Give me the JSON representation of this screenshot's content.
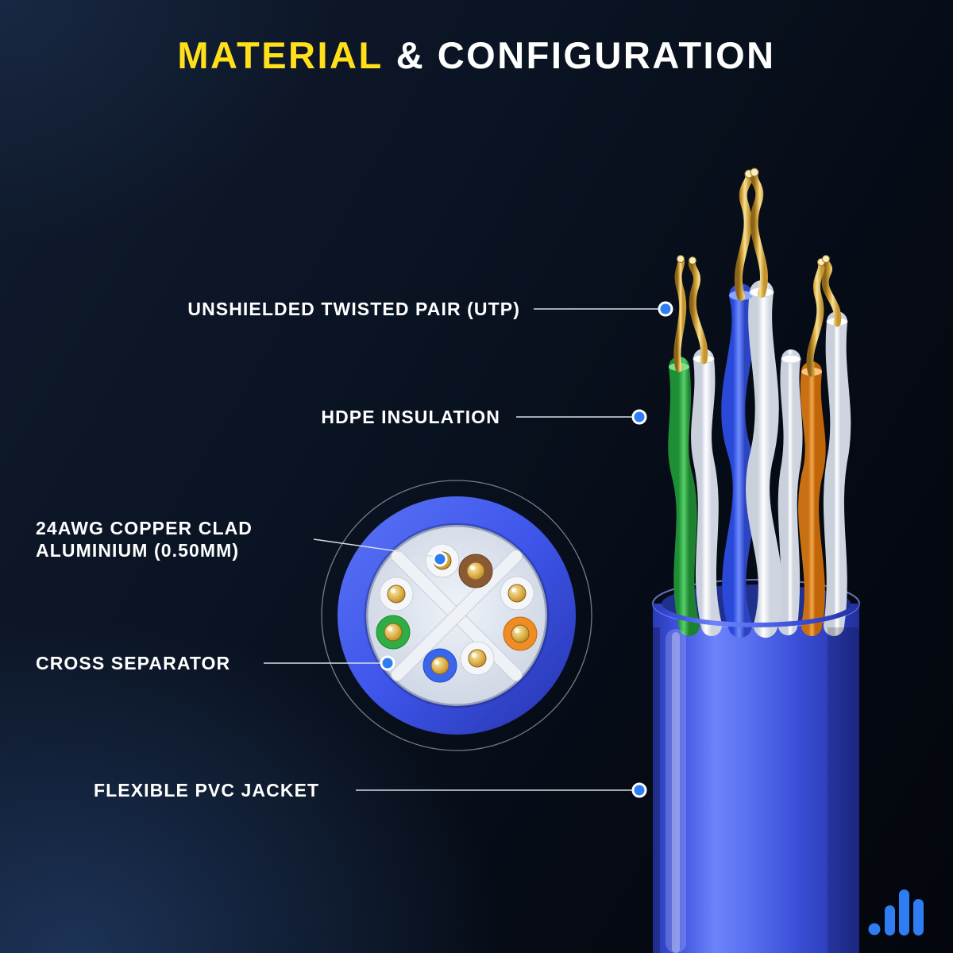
{
  "title": {
    "highlight": "MATERIAL",
    "rest": "& CONFIGURATION"
  },
  "callouts": {
    "utp": {
      "label": "UNSHIELDED TWISTED PAIR (UTP)"
    },
    "hdpe": {
      "label": "HDPE INSULATION"
    },
    "copper": {
      "label_line1": "24AWG COPPER CLAD",
      "label_line2": "ALUMINIUM (0.50MM)"
    },
    "separator": {
      "label": "CROSS SEPARATOR"
    },
    "jacket": {
      "label": "FLEXIBLE PVC JACKET"
    }
  },
  "colors": {
    "title_highlight": "#FFE01A",
    "title_text": "#FFFFFF",
    "background_dark": "#050A13",
    "cable_jacket_blue": "#3D55EA",
    "copper_gold": "#D9A93F",
    "wire_white": "#F4F6FA",
    "wire_blue": "#3A66EE",
    "wire_green": "#2FAE45",
    "wire_orange": "#EF8C26",
    "wire_brown": "#8A5A35",
    "pointer_dot_blue": "#2E7DF2",
    "leader_line": "#D7DDE6"
  },
  "icons": {
    "brand_logo": "blue-wave-bars-logo"
  }
}
